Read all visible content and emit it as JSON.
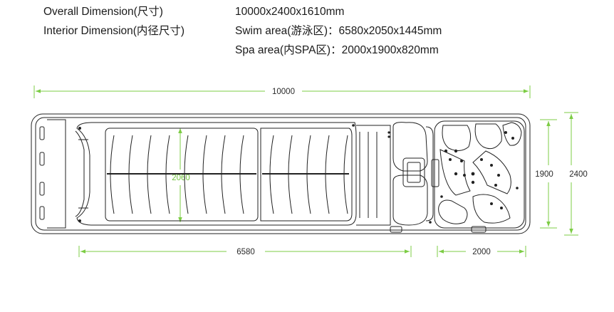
{
  "specs": {
    "overall_label": "Overall Dimension(尺寸)",
    "overall_value": "10000x2400x1610mm",
    "interior_label": "Interior Dimension(内径尺寸)",
    "swim_value": "Swim area(游泳区)：6580x2050x1445mm",
    "spa_value": "Spa area(内SPA区)：2000x1900x820mm"
  },
  "dimensions": {
    "overall_length": "10000",
    "overall_width": "2400",
    "spa_width": "1900",
    "swim_length": "6580",
    "spa_length": "2000",
    "swim_width": "2060"
  },
  "colors": {
    "dimension_line": "#7ccc44",
    "outline": "#222222",
    "text": "#1a1a1a"
  }
}
